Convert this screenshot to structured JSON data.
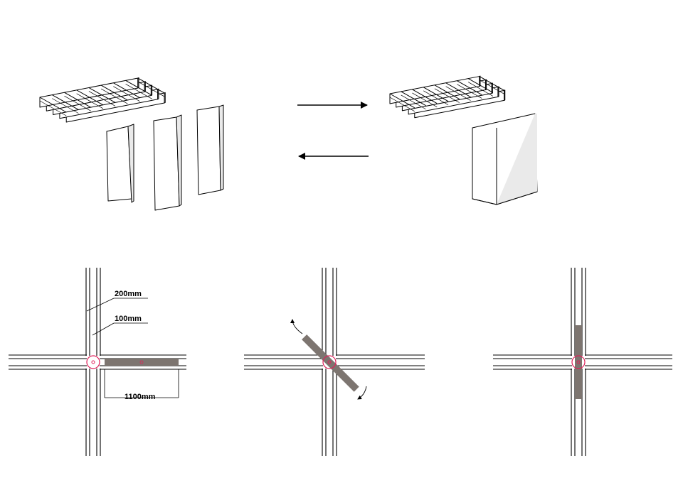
{
  "colors": {
    "line": "#000000",
    "panel_fill": "#ffffff",
    "panel_fill_shade": "#eaeaea",
    "pivot": "#e0205a",
    "slat": "#7d7570"
  },
  "arrows": {
    "forward": "right-arrow-icon",
    "back": "left-arrow-icon"
  },
  "dimensions": {
    "frame_width": "200mm",
    "gap_width": "100mm",
    "slat_length": "1100mm"
  },
  "plans": [
    {
      "state": "open",
      "slat_rotation_deg": 0
    },
    {
      "state": "rotating",
      "slat_rotation_deg": 45
    },
    {
      "state": "closed",
      "slat_rotation_deg": 90
    }
  ]
}
